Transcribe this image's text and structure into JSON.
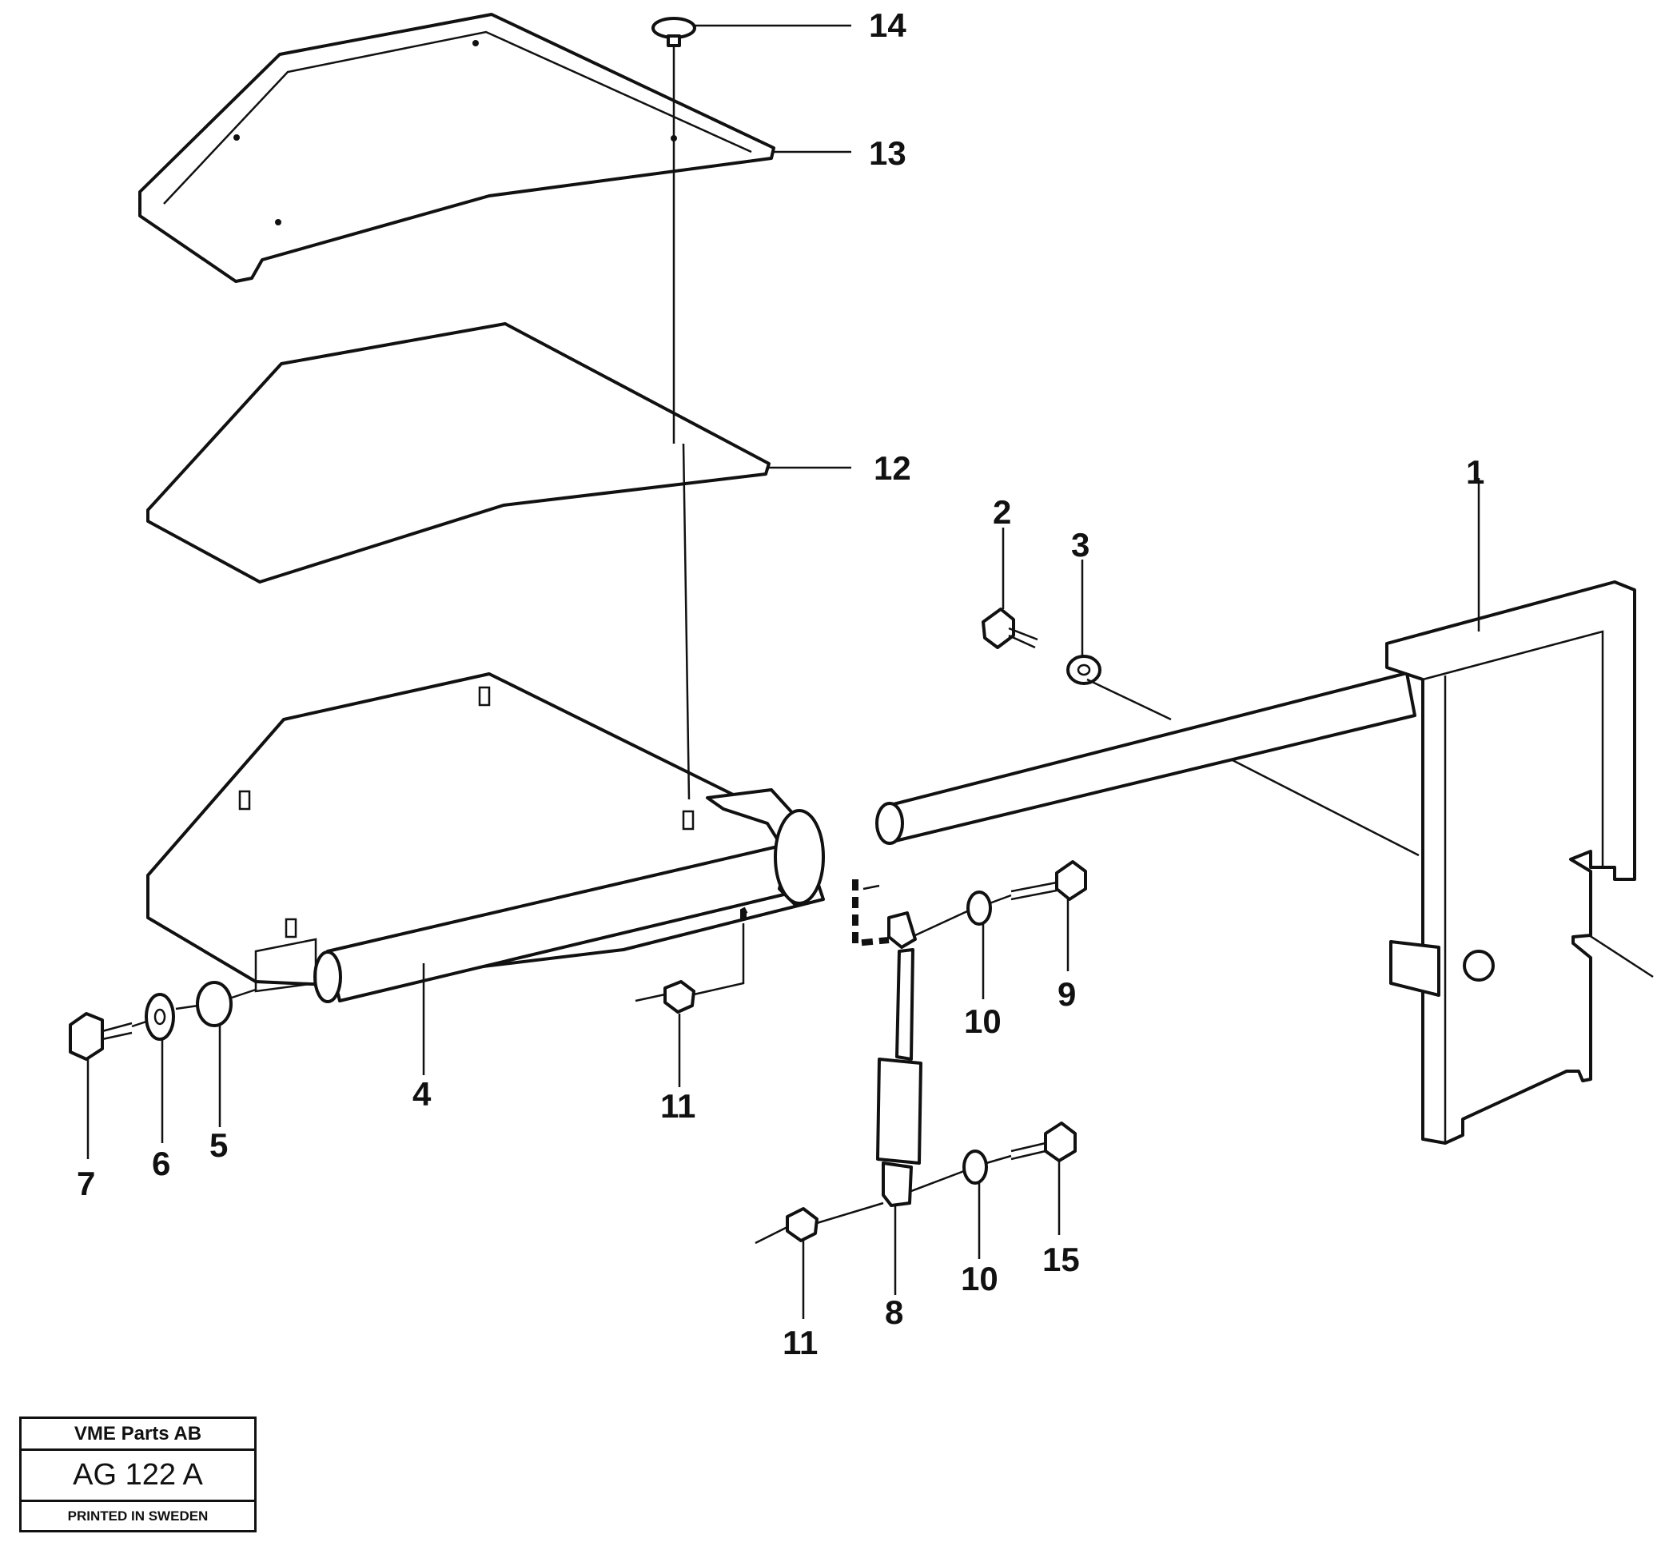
{
  "callouts": {
    "n1": "1",
    "n2": "2",
    "n3": "3",
    "n4": "4",
    "n5": "5",
    "n6": "6",
    "n7": "7",
    "n8": "8",
    "n9": "9",
    "n10a": "10",
    "n10b": "10",
    "n11a": "11",
    "n11b": "11",
    "n12": "12",
    "n13": "13",
    "n14": "14",
    "n15": "15"
  },
  "stamp": {
    "company": "VME Parts AB",
    "drawing_number": "AG 122 A",
    "printed": "PRINTED IN SWEDEN"
  }
}
